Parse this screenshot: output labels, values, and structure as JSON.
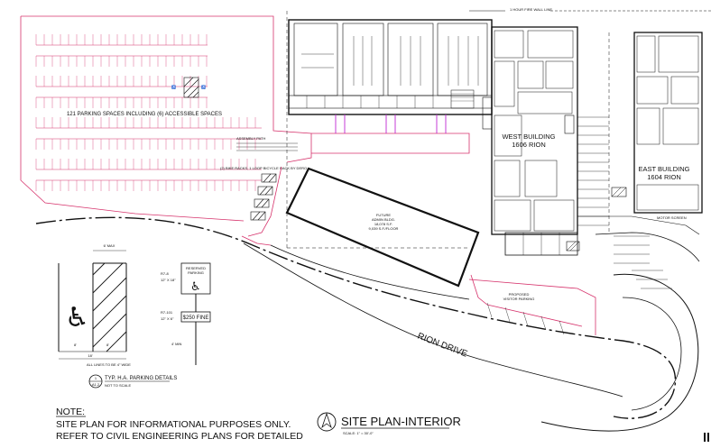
{
  "sheet": {
    "fire_wall_label": "1 HOUR FIRE WALL LINE",
    "parking_summary": "121 PARKING SPACES INCLUDING (6) ACCESSIBLE SPACES",
    "west_building": {
      "name": "WEST BUILDING",
      "address": "1606 RION"
    },
    "east_building": {
      "name": "EAST BUILDING",
      "address": "1604 RION"
    },
    "future_building": {
      "line1": "FUTURE",
      "line2": "ADMIN BLDG.",
      "line3": "18,078 S.F.",
      "line4": "9,039 S.F./FLOOR"
    },
    "street_label": "RION DRIVE",
    "visitor_parking": {
      "line1": "PROPOSED",
      "line2": "VISITOR PARKING"
    },
    "motor_screen": "MOTOR SCREEN",
    "bike_rack_note": "(2) BIKE RACKS, 1 LOOP BICYCLE RACK BY DERO",
    "assembly_path_note": "ASSEMBLY PATH"
  },
  "detail": {
    "dimension_top": "6' MAX",
    "dimension_left": "8'",
    "dimension_right": "8'",
    "dimension_bottom": "18'",
    "lines_note": "ALL LINES TO BE 4\" WIDE",
    "sign1_code": "R7-8",
    "sign1_size": "12\" X 18\"",
    "sign1_text_line1": "RESERVED",
    "sign1_text_line2": "PARKING",
    "sign2_code": "R7-101",
    "sign2_size": "12\" X 6\"",
    "sign2_text": "$250 FINE",
    "post_height": "4' MIN",
    "caption_number": "1",
    "caption_sheet": "A1.2",
    "caption_title": "TYP. H.A. PARKING DETAILS",
    "caption_scale": "NOT TO SCALE"
  },
  "notes": {
    "heading": "NOTE:",
    "line1": "SITE PLAN FOR INFORMATIONAL PURPOSES ONLY.",
    "line2": "REFER TO CIVIL ENGINEERING PLANS FOR DETAILED"
  },
  "title_block": {
    "title": "SITE PLAN-INTERIOR",
    "scale": "SCALE: 1\" = 30'-0\""
  },
  "icons": [
    "north-arrow-icon",
    "wheelchair-icon"
  ],
  "colors": {
    "parking_lines": "#d6336c",
    "walkways": "#c026d3",
    "linework": "#111111"
  }
}
